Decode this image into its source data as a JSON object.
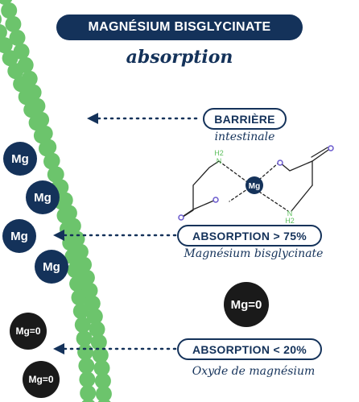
{
  "title": "MAGNÉSIUM BISGLYCINATE",
  "subtitle": "absorption",
  "barrier": {
    "label": "BARRIÈRE",
    "caption": "intestinale"
  },
  "absorption_high": {
    "label": "ABSORPTION > 75%",
    "caption": "Magnésium bisglycinate"
  },
  "absorption_low": {
    "label": "ABSORPTION < 20%",
    "caption": "Oxyde de magnésium"
  },
  "molecule": {
    "center": "Mg",
    "amine_top": "H2",
    "amine_top_n": "N",
    "amine_bottom_n": "N",
    "amine_bottom": "H2"
  },
  "ions_mg": [
    "Mg",
    "Mg",
    "Mg",
    "Mg"
  ],
  "ions_mgo": [
    "Mg=0",
    "Mg=0",
    "Mg=0"
  ],
  "colors": {
    "navy": "#14325a",
    "green": "#6cc46c",
    "black": "#1a1a1a",
    "oxygen": "#6a5acd",
    "nitrogen": "#5cbf5c"
  }
}
